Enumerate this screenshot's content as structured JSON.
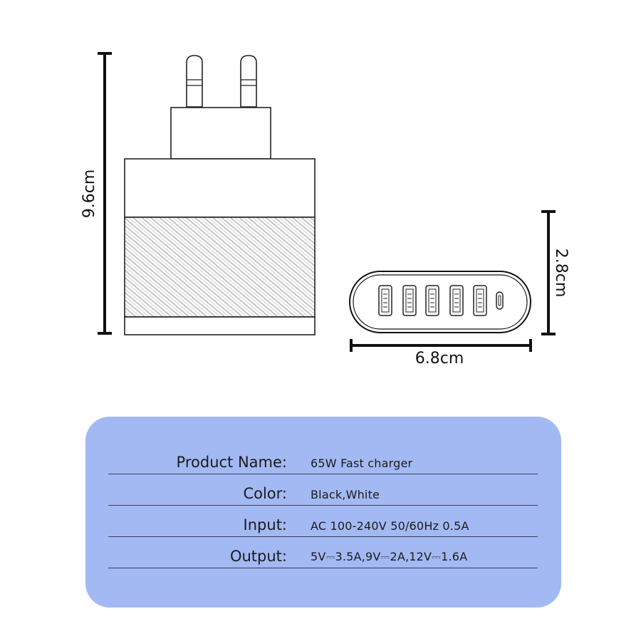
{
  "dimensions": {
    "height": "9.6cm",
    "depth": "2.8cm",
    "width": "6.8cm"
  },
  "front_view": {
    "usb_a_port_count": 5,
    "usb_c_port_count": 1
  },
  "colors": {
    "panel_background": "#a3b9f3",
    "line": "#111111"
  },
  "specs": [
    {
      "label": "Product Name:",
      "value": "65W Fast charger"
    },
    {
      "label": "Color:",
      "value": "Black,White"
    },
    {
      "label": "Input:",
      "value": "AC 100-240V 50/60Hz 0.5A"
    },
    {
      "label": "Output:",
      "value": "5V⎓3.5A,9V⎓2A,12V⎓1.6A"
    }
  ]
}
